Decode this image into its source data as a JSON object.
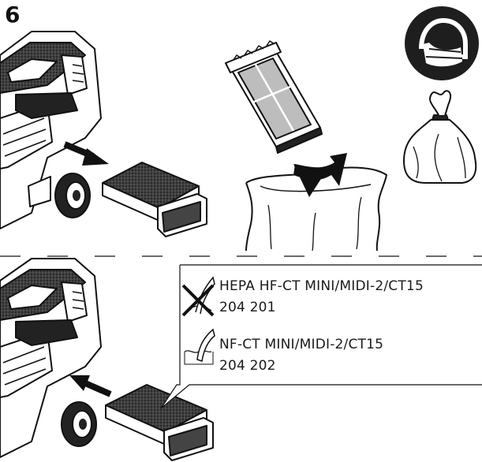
{
  "step": {
    "number": "6"
  },
  "icons": {
    "mask": "respirator-mask-icon",
    "bag": "disposal-bag-icon",
    "not_washable": "filter-not-washable-icon",
    "washable": "filter-washable-icon"
  },
  "filters": [
    {
      "name": "HEPA HF-CT MINI/MIDI-2/CT15",
      "part_no": "204 201",
      "washable": false
    },
    {
      "name": "NF-CT MINI/MIDI-2/CT15",
      "part_no": "204 202",
      "washable": true
    }
  ],
  "colors": {
    "ink": "#111111",
    "mask_circle": "#1e1e1e",
    "filter_grey": "#bdbdbd"
  }
}
